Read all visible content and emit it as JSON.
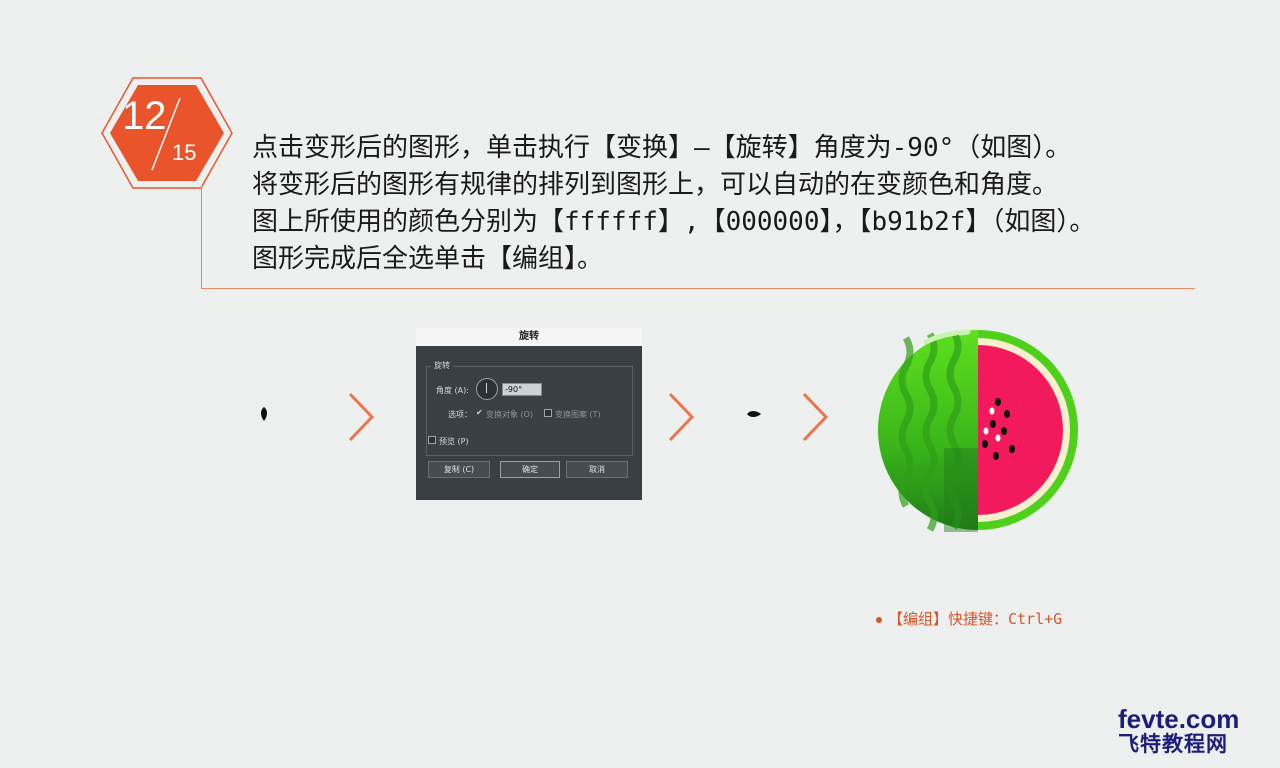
{
  "step": {
    "current": "12",
    "total": "15"
  },
  "instructions": [
    "点击变形后的图形，单击执行【变换】—【旋转】角度为-90°（如图）。",
    "将变形后的图形有规律的排列到图形上，可以自动的在变颜色和角度。",
    "图上所使用的颜色分别为【ffffff】,【000000】，【b91b2f】（如图）。",
    "图形完成后全选单击【编组】。"
  ],
  "dialog": {
    "title": "旋转",
    "group_label": "旋转",
    "angle_label": "角度 (A):",
    "angle_value": "-90°",
    "options_label": "选项：",
    "transform_objects": "变换对象 (O)",
    "transform_patterns": "变换图案 (T)",
    "preview": "预览 (P)",
    "copy_button": "复制 (C)",
    "ok_button": "确定",
    "cancel_button": "取消"
  },
  "tip": "【编组】快捷键：Ctrl+G",
  "logo": {
    "top": "fevte.com",
    "bottom": "飞特教程网"
  },
  "colors": {
    "accent": "#e9542a",
    "frame_line": "#e58a63",
    "tip": "#d8552a",
    "logo": "#1b1f7a"
  }
}
